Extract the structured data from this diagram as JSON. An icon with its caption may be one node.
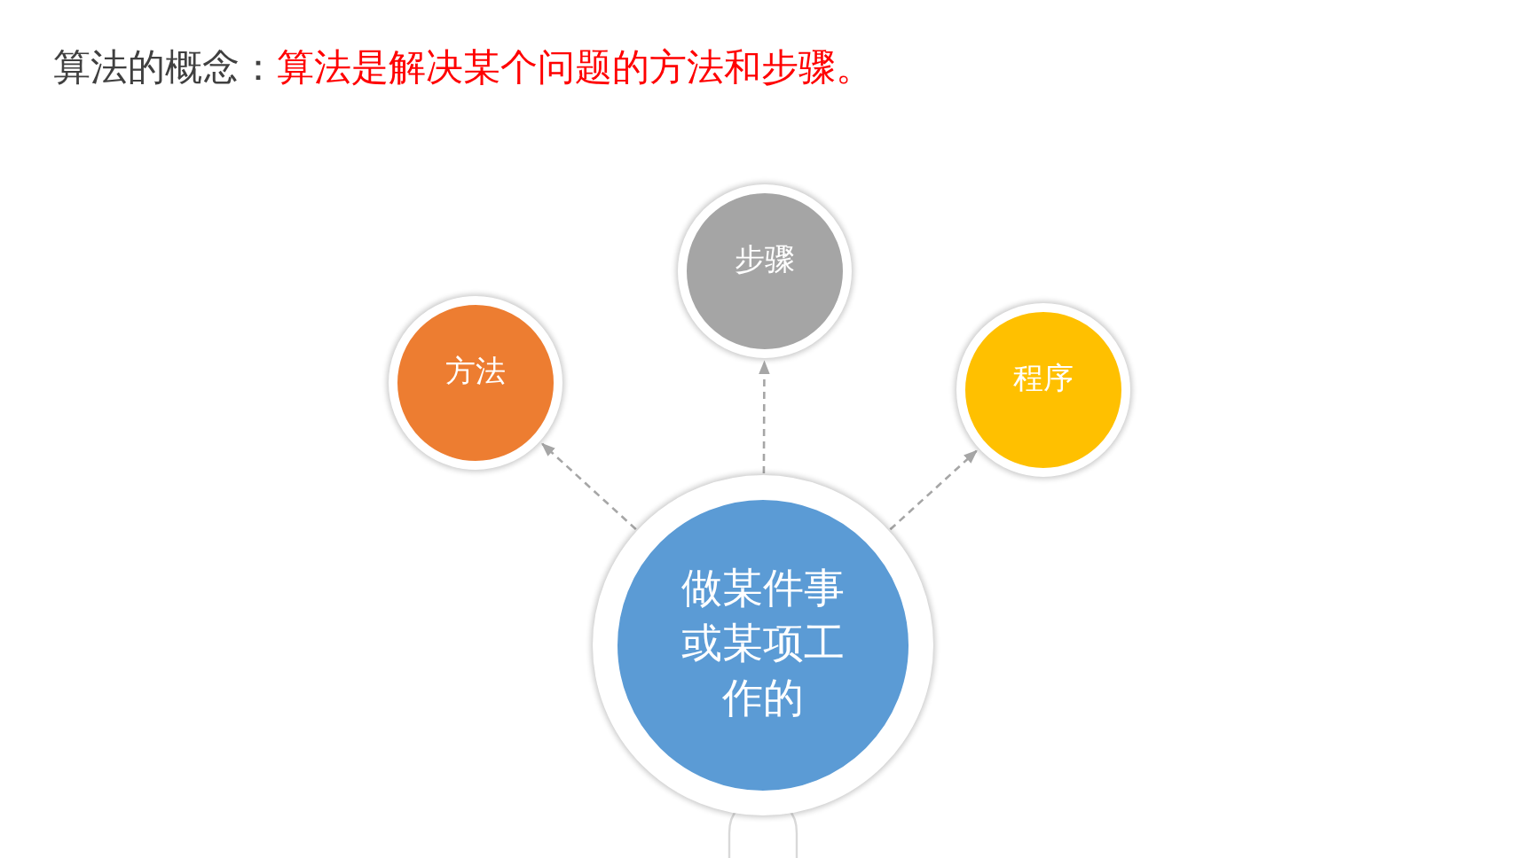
{
  "diagram": {
    "title": "算法的概念：",
    "nodes": [
      {
        "text": [
          "做某件事或某项工作的"
        ]
      },
      {
        "text": [
          "方法"
        ]
      },
      {
        "text": [
          "步骤"
        ]
      },
      {
        "text": [
          "程序"
        ]
      }
    ],
    "edges": [
      {
        "from": 0,
        "to": 1,
        "arrow": "to",
        "style": "dashed"
      },
      {
        "from": 0,
        "to": 2,
        "arrow": "to",
        "style": "dashed"
      },
      {
        "from": 0,
        "to": 3,
        "arrow": "to",
        "style": "dashed"
      }
    ],
    "labels": [
      "算法是解决某个问题的方法和步骤。"
    ]
  }
}
